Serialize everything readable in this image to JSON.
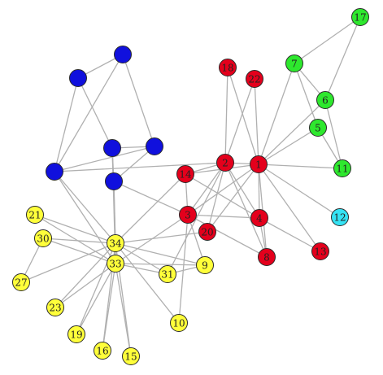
{
  "colors": {
    "red": "#e4001c",
    "green": "#2ee82e",
    "blue": "#1010dd",
    "yellow": "#ffff3a",
    "cyan": "#35e3f4",
    "edge": "#b0b0b0"
  },
  "nodes": [
    {
      "id": "1",
      "label": "1",
      "group": "red"
    },
    {
      "id": "2",
      "label": "2",
      "group": "red"
    },
    {
      "id": "3",
      "label": "3",
      "group": "red"
    },
    {
      "id": "4",
      "label": "4",
      "group": "red"
    },
    {
      "id": "5",
      "label": "5",
      "group": "green"
    },
    {
      "id": "6",
      "label": "6",
      "group": "green"
    },
    {
      "id": "7",
      "label": "7",
      "group": "green"
    },
    {
      "id": "8",
      "label": "8",
      "group": "red"
    },
    {
      "id": "9",
      "label": "9",
      "group": "yellow"
    },
    {
      "id": "10",
      "label": "10",
      "group": "yellow"
    },
    {
      "id": "11",
      "label": "11",
      "group": "green"
    },
    {
      "id": "12",
      "label": "12",
      "group": "cyan"
    },
    {
      "id": "13",
      "label": "13",
      "group": "red"
    },
    {
      "id": "14",
      "label": "14",
      "group": "red"
    },
    {
      "id": "15",
      "label": "15",
      "group": "yellow"
    },
    {
      "id": "16",
      "label": "16",
      "group": "yellow"
    },
    {
      "id": "17",
      "label": "17",
      "group": "green"
    },
    {
      "id": "18",
      "label": "18",
      "group": "red"
    },
    {
      "id": "19",
      "label": "19",
      "group": "yellow"
    },
    {
      "id": "20",
      "label": "20",
      "group": "red"
    },
    {
      "id": "21",
      "label": "21",
      "group": "yellow"
    },
    {
      "id": "22",
      "label": "22",
      "group": "red"
    },
    {
      "id": "23",
      "label": "23",
      "group": "yellow"
    },
    {
      "id": "27",
      "label": "27",
      "group": "yellow"
    },
    {
      "id": "30",
      "label": "30",
      "group": "yellow"
    },
    {
      "id": "31",
      "label": "31",
      "group": "yellow"
    },
    {
      "id": "33",
      "label": "33",
      "group": "yellow"
    },
    {
      "id": "34",
      "label": "34",
      "group": "yellow"
    },
    {
      "id": "b1",
      "label": "",
      "group": "blue"
    },
    {
      "id": "b2",
      "label": "",
      "group": "blue"
    },
    {
      "id": "b3",
      "label": "",
      "group": "blue"
    },
    {
      "id": "b4",
      "label": "",
      "group": "blue"
    },
    {
      "id": "b5",
      "label": "",
      "group": "blue"
    },
    {
      "id": "b6",
      "label": "",
      "group": "blue"
    }
  ],
  "edges": [
    [
      "1",
      "2"
    ],
    [
      "1",
      "3"
    ],
    [
      "1",
      "4"
    ],
    [
      "1",
      "5"
    ],
    [
      "1",
      "6"
    ],
    [
      "1",
      "7"
    ],
    [
      "1",
      "8"
    ],
    [
      "1",
      "11"
    ],
    [
      "1",
      "12"
    ],
    [
      "1",
      "13"
    ],
    [
      "1",
      "14"
    ],
    [
      "1",
      "18"
    ],
    [
      "1",
      "20"
    ],
    [
      "1",
      "22"
    ],
    [
      "2",
      "3"
    ],
    [
      "2",
      "4"
    ],
    [
      "2",
      "8"
    ],
    [
      "2",
      "14"
    ],
    [
      "2",
      "18"
    ],
    [
      "2",
      "20"
    ],
    [
      "2",
      "22"
    ],
    [
      "2",
      "31"
    ],
    [
      "2",
      "b6"
    ],
    [
      "3",
      "4"
    ],
    [
      "3",
      "8"
    ],
    [
      "3",
      "9"
    ],
    [
      "3",
      "10"
    ],
    [
      "3",
      "14"
    ],
    [
      "3",
      "33"
    ],
    [
      "3",
      "b4"
    ],
    [
      "4",
      "8"
    ],
    [
      "4",
      "13"
    ],
    [
      "4",
      "14"
    ],
    [
      "5",
      "7"
    ],
    [
      "5",
      "11"
    ],
    [
      "6",
      "7"
    ],
    [
      "6",
      "11"
    ],
    [
      "6",
      "17"
    ],
    [
      "7",
      "17"
    ],
    [
      "9",
      "31"
    ],
    [
      "9",
      "33"
    ],
    [
      "9",
      "34"
    ],
    [
      "10",
      "34"
    ],
    [
      "14",
      "34"
    ],
    [
      "15",
      "33"
    ],
    [
      "15",
      "34"
    ],
    [
      "16",
      "33"
    ],
    [
      "16",
      "34"
    ],
    [
      "19",
      "33"
    ],
    [
      "19",
      "34"
    ],
    [
      "20",
      "34"
    ],
    [
      "21",
      "33"
    ],
    [
      "21",
      "34"
    ],
    [
      "23",
      "33"
    ],
    [
      "23",
      "34"
    ],
    [
      "27",
      "30"
    ],
    [
      "27",
      "34"
    ],
    [
      "30",
      "33"
    ],
    [
      "30",
      "34"
    ],
    [
      "31",
      "33"
    ],
    [
      "31",
      "34"
    ],
    [
      "33",
      "34"
    ],
    [
      "b1",
      "b2"
    ],
    [
      "b1",
      "b5"
    ],
    [
      "b2",
      "b3"
    ],
    [
      "b2",
      "b6"
    ],
    [
      "b1",
      "b6"
    ],
    [
      "b3",
      "b5"
    ],
    [
      "b3",
      "b4"
    ],
    [
      "b3",
      "b6"
    ],
    [
      "b4",
      "33"
    ],
    [
      "b4",
      "34"
    ],
    [
      "b5",
      "b4"
    ],
    [
      "b5",
      "34"
    ],
    [
      "b5",
      "33"
    ],
    [
      "b6",
      "33"
    ],
    [
      "b6",
      "34"
    ]
  ]
}
